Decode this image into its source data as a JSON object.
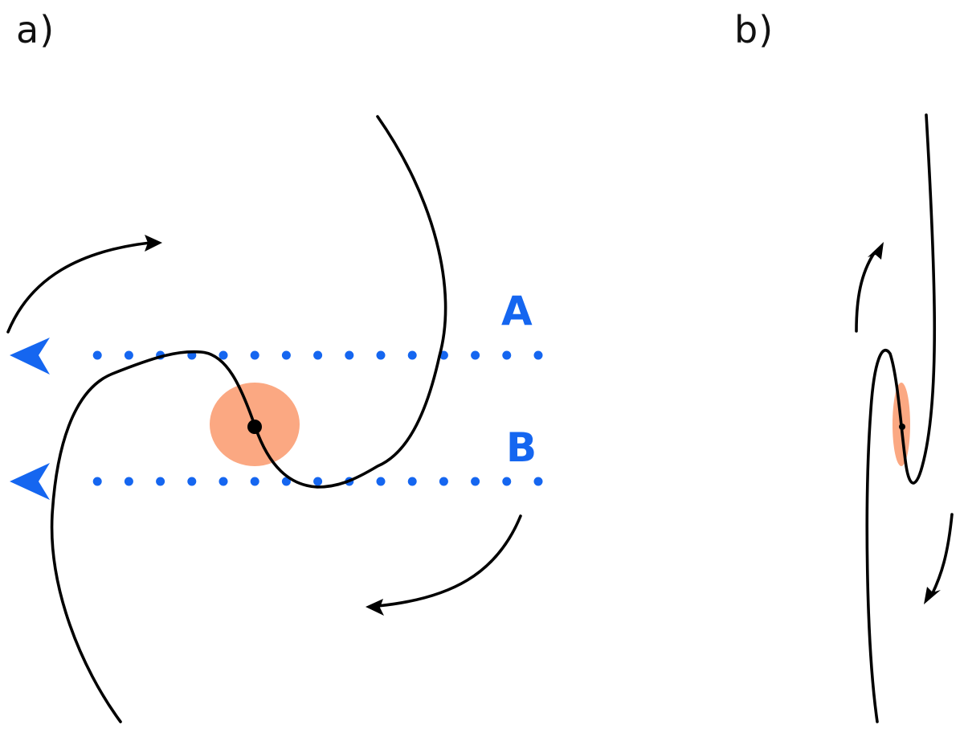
{
  "panels": {
    "a": {
      "label": "a)"
    },
    "b": {
      "label": "b)"
    }
  },
  "rays": {
    "A": {
      "label": "A"
    },
    "B": {
      "label": "B"
    }
  },
  "colors": {
    "spiral_arm": "#000000",
    "nucleus_glow": "#FBA882",
    "ray": "#1566F0",
    "text": "#111111"
  }
}
